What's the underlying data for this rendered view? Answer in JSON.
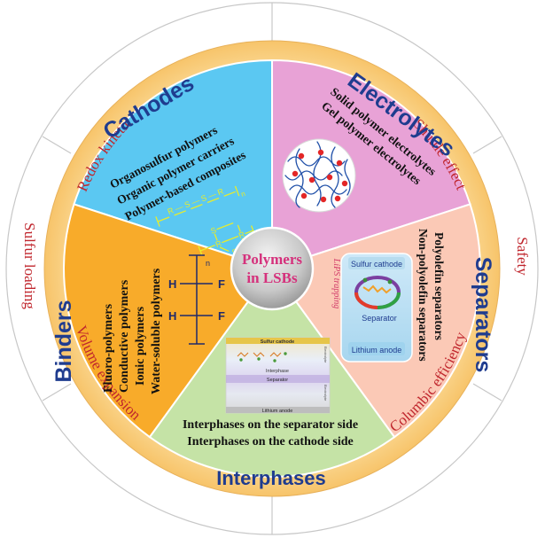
{
  "center": {
    "line1": "Polymers",
    "line2": "in LSBs"
  },
  "challenges": {
    "redox": "Redox kinetic",
    "shuttle": "Shuttle effect",
    "safety": "Safety",
    "columbic": "Columbic efficiency",
    "volume": "Volume expansion",
    "sulfur": "Sulfur loading"
  },
  "sectors": {
    "cathodes": {
      "title": "Cathodes",
      "items": [
        "Organosulfur polymers",
        "Organic polymer carriers",
        "Polymer-based composites"
      ],
      "formula1": {
        "chain": "R — S — S — R",
        "sub": "n"
      },
      "formula2": {
        "r1": "R",
        "s1": "S",
        "r2": "R",
        "s2": "S",
        "sub": "n"
      }
    },
    "electrolytes": {
      "title": "Electrolytes",
      "items": [
        "Solid polymer electrolytes",
        "Gel polymer electrolytes"
      ]
    },
    "separators": {
      "title": "Separators",
      "items": [
        "Polyolefin separators",
        "Non-polyolefin separators"
      ],
      "diagram": {
        "top": "Sulfur cathode",
        "middle": "Separator",
        "bottom": "Lithium  anode",
        "side": "LiPS trapping"
      }
    },
    "interphases": {
      "title": "Interphases",
      "items": [
        "Interphases on the separator side",
        "Interphases on the cathode side"
      ],
      "diagram": {
        "top": "Sulfur cathode",
        "interphase": "Interphase",
        "separator": "Separator",
        "bottom": "Lithium anode",
        "side1": "Electrolyte",
        "side2": "Electrolyte"
      }
    },
    "binders": {
      "title": "Binders",
      "items": [
        "Fluoro-polymers",
        "Conductive polymers",
        "Ionic polymers",
        "Water-soluble polymers"
      ],
      "formula": {
        "f1": "F",
        "f2": "F",
        "h1": "H",
        "h2": "H",
        "sub": "n"
      }
    }
  },
  "colors": {
    "cathodes": "#5bc8f2",
    "electrolytes": "#e8a2d6",
    "separators": "#fbc9b6",
    "interphases": "#c5e3a6",
    "binders": "#f8ab2a",
    "gold_ring": "#fbd78f",
    "title_blue": "#1f3c8f",
    "challenge_red": "#c0262d",
    "center_text": "#d5317c"
  }
}
